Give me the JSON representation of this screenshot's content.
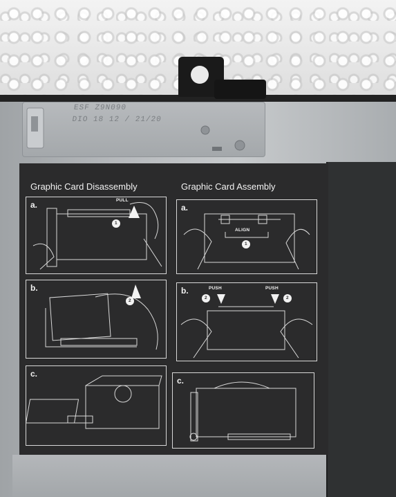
{
  "photo": {
    "subject": "",
    "stamp_lines": [
      "ESF Z9N090",
      "DIO 18 12 / 21/20"
    ]
  },
  "label": {
    "disassembly_heading": "Graphic Card Disassembly",
    "assembly_heading": "Graphic Card Assembly",
    "disassembly_steps": [
      {
        "step": "a.",
        "callouts": [
          "PULL",
          "1"
        ]
      },
      {
        "step": "b.",
        "callouts": [
          "2"
        ]
      },
      {
        "step": "c.",
        "callouts": []
      }
    ],
    "assembly_steps": [
      {
        "step": "a.",
        "callouts": [
          "ALIGN",
          "1"
        ]
      },
      {
        "step": "b.",
        "callouts": [
          "PUSH",
          "PUSH",
          "2",
          "2"
        ]
      },
      {
        "step": "c.",
        "callouts": []
      }
    ]
  },
  "colors": {
    "label_bg": "#2b2b2c",
    "line_art": "#d9d9d9",
    "chassis": "#b9bcbf"
  }
}
